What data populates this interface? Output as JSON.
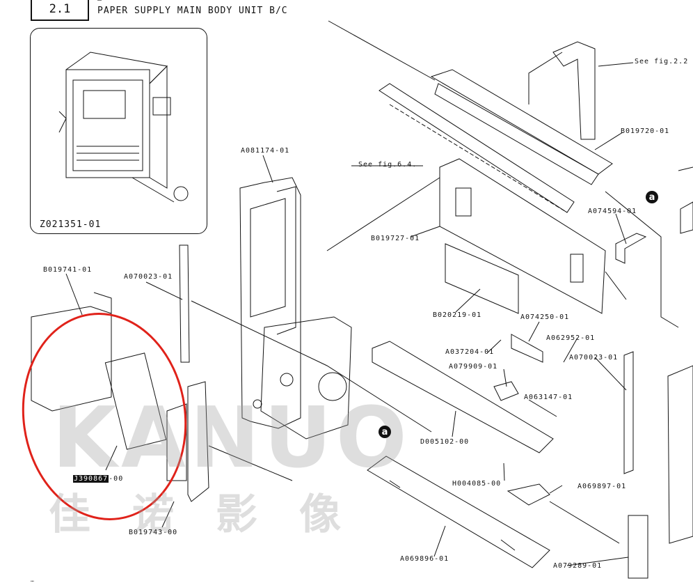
{
  "figure": {
    "number": "2.1",
    "subtitle": "…",
    "title": "PAPER SUPPLY MAIN BODY UNIT B/C"
  },
  "inset": {
    "code": "Z021351-01"
  },
  "references": [
    {
      "id": "ref-fig22",
      "text": "See fig.2.2"
    },
    {
      "id": "ref-fig64",
      "text": "See fig.6.4."
    }
  ],
  "parts": [
    {
      "id": "A081174-01",
      "text": "A081174-01"
    },
    {
      "id": "B019720-01",
      "text": "B019720-01"
    },
    {
      "id": "A074594-01",
      "text": "A074594-01"
    },
    {
      "id": "B019727-01",
      "text": "B019727-01"
    },
    {
      "id": "B019741-01",
      "text": "B019741-01"
    },
    {
      "id": "A070023-01a",
      "text": "A070023-01"
    },
    {
      "id": "B020219-01",
      "text": "B020219-01"
    },
    {
      "id": "A074250-01",
      "text": "A074250-01"
    },
    {
      "id": "A062952-01",
      "text": "A062952-01"
    },
    {
      "id": "A037204-01",
      "text": "A037204-01"
    },
    {
      "id": "A070023-01b",
      "text": "A070023-01"
    },
    {
      "id": "A079909-01",
      "text": "A079909-01"
    },
    {
      "id": "A063147-01",
      "text": "A063147-01"
    },
    {
      "id": "D005102-00",
      "text": "D005102-00"
    },
    {
      "id": "H004085-00",
      "text": "H004085-00"
    },
    {
      "id": "A069897-01",
      "text": "A069897-01"
    },
    {
      "id": "B019743-00",
      "text": "B019743-00"
    },
    {
      "id": "A069896-01",
      "text": "A069896-01"
    },
    {
      "id": "A079289-01",
      "text": "A079289-01"
    }
  ],
  "highlighted_part": {
    "code": "J390867",
    "suffix": "-00"
  },
  "markers": {
    "a1": "a",
    "a2": "a"
  },
  "watermark": {
    "latin": "KANUO",
    "cjk": "佳诺影像"
  },
  "footer": "…",
  "colors": {
    "ink": "#111111",
    "highlight_circle": "#e0221a",
    "watermark": "#a0a0a0"
  }
}
